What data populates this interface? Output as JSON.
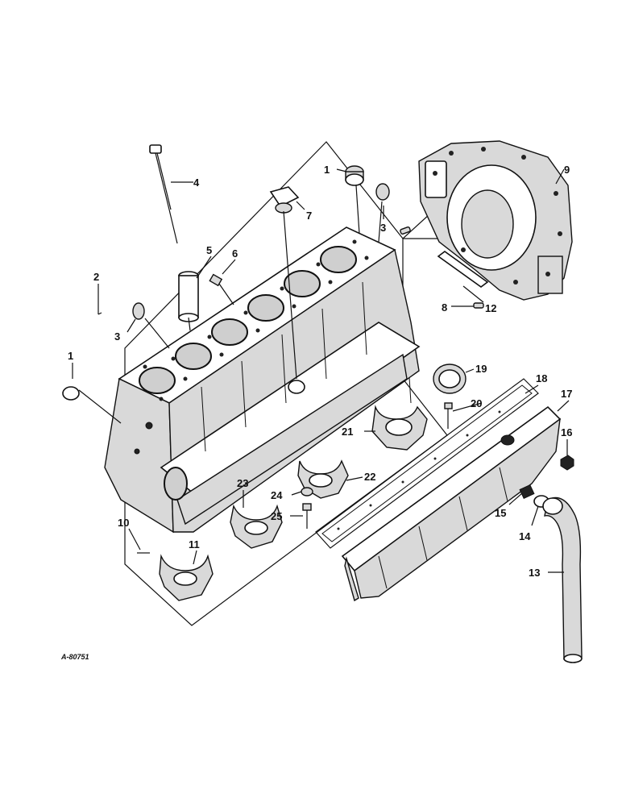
{
  "reference_code": "A-80751",
  "callouts": [
    "1",
    "2",
    "3",
    "4",
    "5",
    "6",
    "7",
    "8",
    "9",
    "10",
    "11",
    "12",
    "13",
    "14",
    "15",
    "16",
    "17",
    "18",
    "19",
    "20",
    "21",
    "22",
    "23",
    "24",
    "25"
  ],
  "duplicate_callouts": [
    "1",
    "3"
  ]
}
